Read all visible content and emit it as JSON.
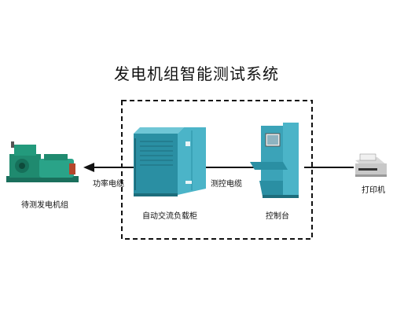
{
  "title": "发电机组智能测试系统",
  "labels": {
    "generator": "待测发电机组",
    "power_cable": "功率电缆",
    "load_cabinet": "自动交流负载柜",
    "control_cable": "测控电缆",
    "console": "控制台",
    "printer": "打印机"
  },
  "colors": {
    "equipment_teal": "#2a8fa3",
    "cabinet_light": "#4bb4c8",
    "generator_green": "#1f8a6f",
    "line": "#111111"
  }
}
